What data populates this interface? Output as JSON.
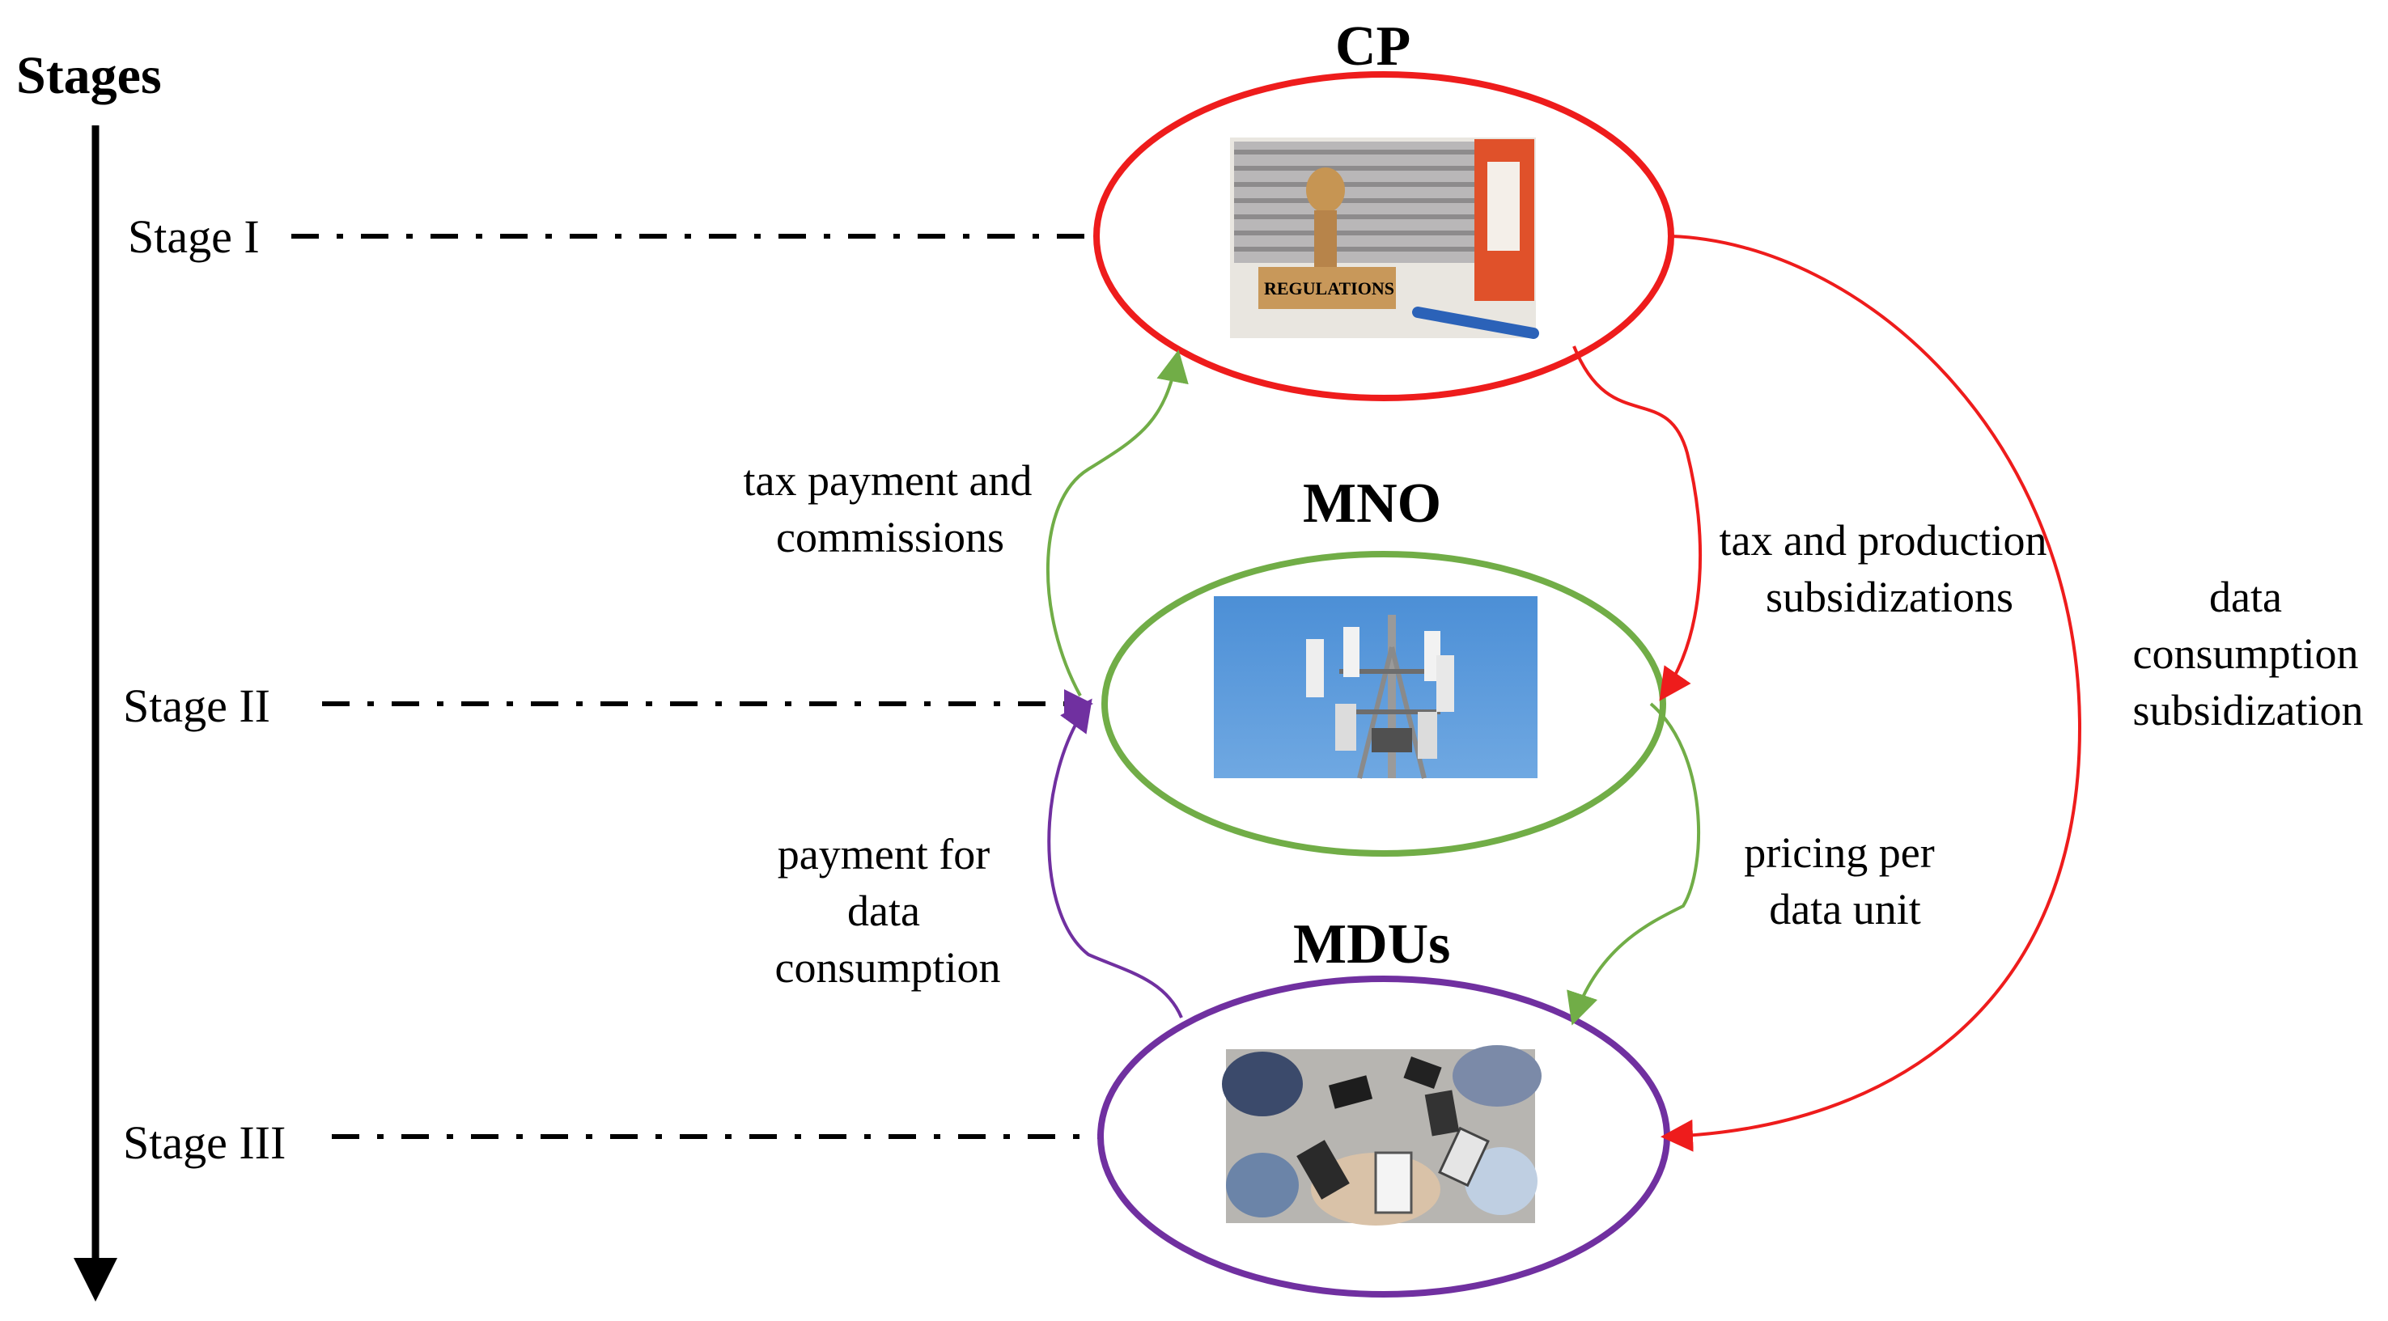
{
  "axis": {
    "title": "Stages"
  },
  "stages": [
    {
      "label": "Stage I"
    },
    {
      "label": "Stage II"
    },
    {
      "label": "Stage III"
    }
  ],
  "nodes": {
    "cp": {
      "title": "CP",
      "color": "#ee1c1c",
      "photo_caption": "REGULATIONS"
    },
    "mno": {
      "title": "MNO",
      "color": "#71ad47"
    },
    "mdus": {
      "title": "MDUs",
      "color": "#7030a0"
    }
  },
  "edges": {
    "tax_payment": {
      "lines": [
        "tax payment and",
        "commissions"
      ],
      "color": "#71ad47"
    },
    "tax_production": {
      "lines": [
        "tax and production",
        "subsidizations"
      ],
      "color": "#ee1c1c"
    },
    "data_subsidization": {
      "lines": [
        "data",
        "consumption",
        "subsidization"
      ],
      "color": "#ee1c1c"
    },
    "pricing": {
      "lines": [
        "pricing per",
        "data unit"
      ],
      "color": "#71ad47"
    },
    "payment": {
      "lines": [
        "payment for",
        "data",
        "consumption"
      ],
      "color": "#7030a0"
    }
  }
}
